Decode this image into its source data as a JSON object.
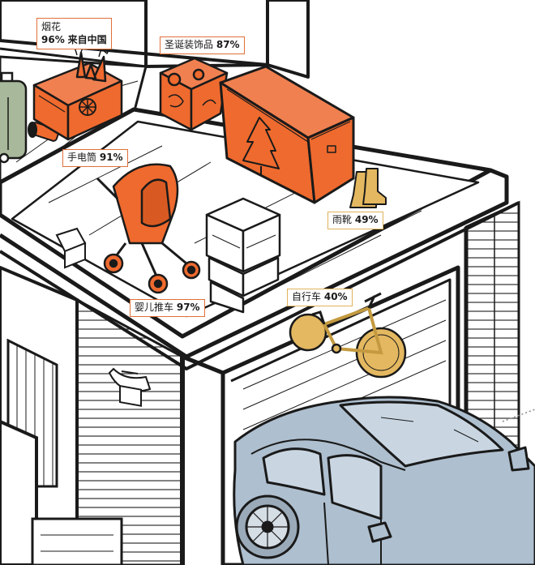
{
  "labels": {
    "fireworks": {
      "name": "烟花",
      "value": "96%",
      "suffix": "来自中国"
    },
    "decorations": {
      "name": "圣诞装饰品",
      "value": "87%"
    },
    "flashlight": {
      "name": "手电筒",
      "value": "91%"
    },
    "boots": {
      "name": "雨靴",
      "value": "49%"
    },
    "bicycle": {
      "name": "自行车",
      "value": "40%"
    },
    "stroller": {
      "name": "婴儿推车",
      "value": "97%"
    }
  },
  "colors": {
    "orange_item": "#ef6a2e",
    "orange_border": "#e0703a",
    "gold_item": "#e4b860",
    "gold_border": "#e0b25a",
    "car": "#aebfcf",
    "suitcase": "#a8b89a",
    "line": "#1a1a1a"
  }
}
